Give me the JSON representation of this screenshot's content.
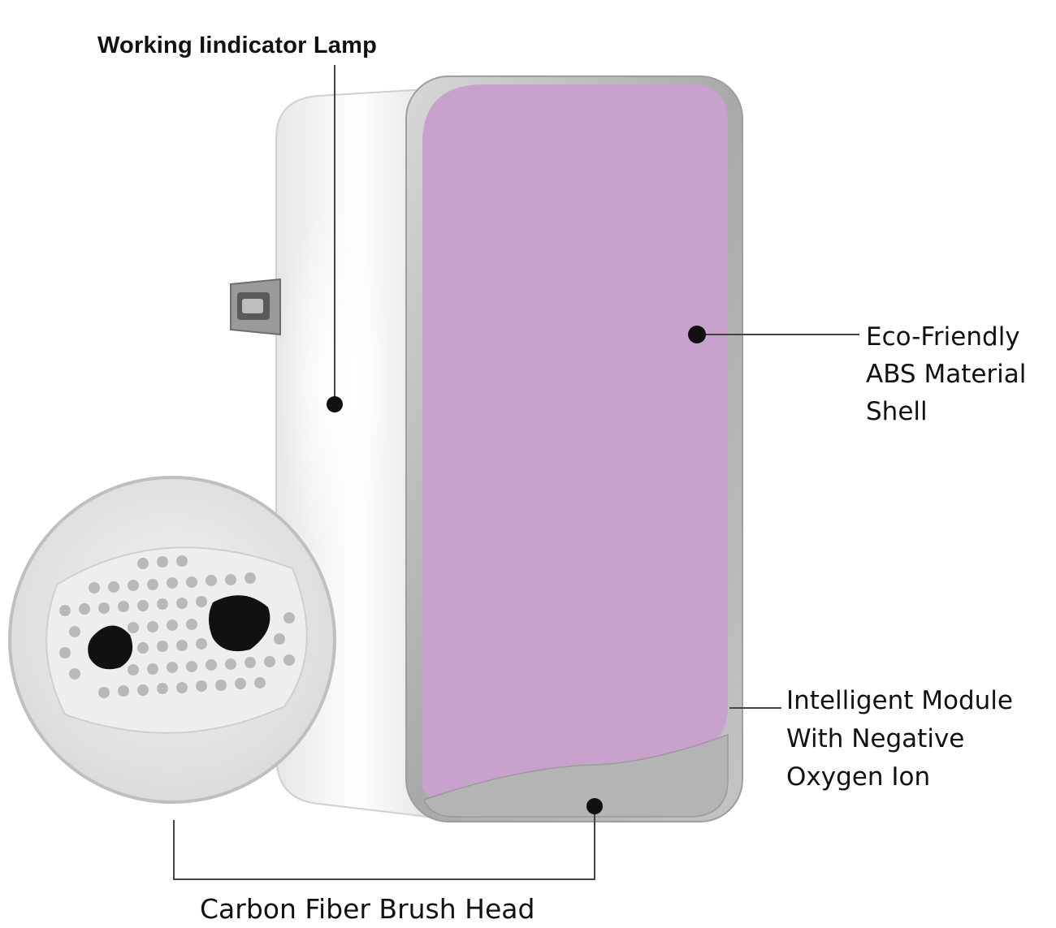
{
  "callouts": {
    "indicator_lamp": "Working Iindicator Lamp",
    "shell": [
      "Eco-Friendly",
      "ABS Material",
      "Shell"
    ],
    "module": [
      "Intelligent Module",
      "With Negative",
      "Oxygen Ion"
    ],
    "brush_head": "Carbon Fiber Brush Head"
  },
  "colors": {
    "front_panel": "#c8a2cc",
    "body_white": "#f3f3f3",
    "trim_silver": "#b3b3b3",
    "leader_line": "#444444",
    "dot": "#111111"
  },
  "icons": [
    "plug-prong-icon",
    "socket-hole-icon",
    "vent-hole-icon"
  ]
}
